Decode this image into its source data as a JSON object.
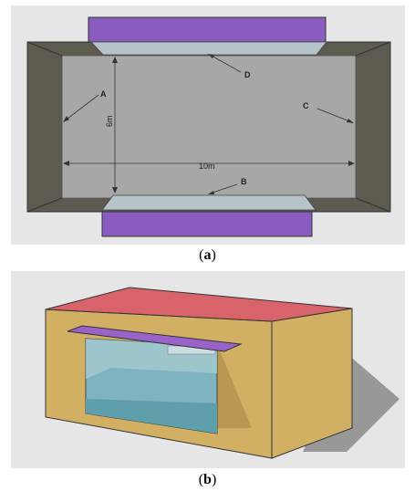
{
  "figure_a": {
    "caption_open": "(",
    "caption_letter": "a",
    "caption_close": ")",
    "labels": {
      "a": "A",
      "b": "B",
      "c": "C",
      "d": "D",
      "width": "6m",
      "length": "10m"
    },
    "colors": {
      "background": "#e6e6e6",
      "walls": "#5d5a50",
      "floor": "#a7a7a7",
      "shading_device": "#8a5cc0",
      "glazing": "#b6c4c9"
    }
  },
  "figure_b": {
    "caption_open": "(",
    "caption_letter": "b",
    "caption_close": ")",
    "colors": {
      "background": "#e6e6e6",
      "roof": "#d9636b",
      "walls": "#d1b064",
      "glazing": "#7fb3bf",
      "shading_device": "#9a63c9",
      "shadow": "#8a8a8a"
    }
  }
}
